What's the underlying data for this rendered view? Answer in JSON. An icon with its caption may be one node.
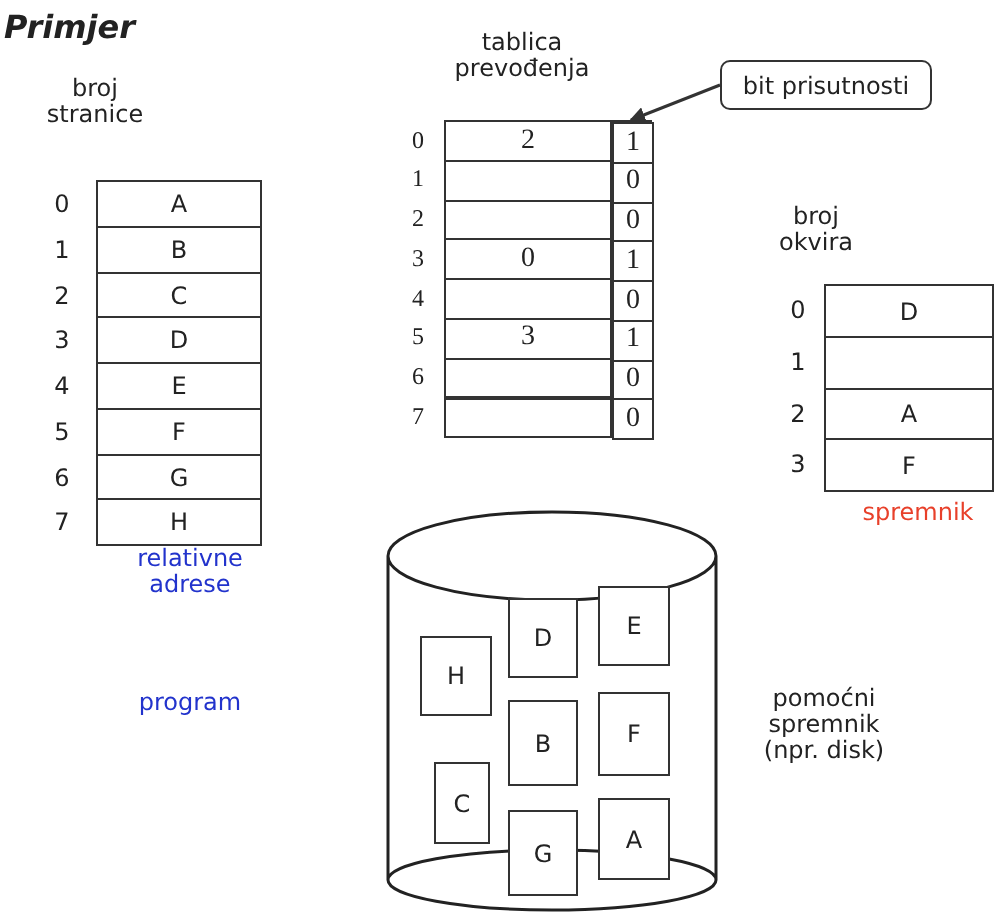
{
  "diagram": {
    "title": "Primjer",
    "nodes": [
      {
        "text": [
          "broj stranice"
        ],
        "beside": [
          "relativne adrese"
        ]
      },
      {
        "text": [
          "A"
        ],
        "in": 0
      },
      {
        "text": [
          "B"
        ],
        "in": 0
      },
      {
        "text": [
          "C"
        ],
        "in": 0
      },
      {
        "text": [
          "D"
        ],
        "in": 0
      },
      {
        "text": [
          "E"
        ],
        "in": 0
      },
      {
        "text": [
          "F"
        ],
        "in": 0
      },
      {
        "text": [
          "G"
        ],
        "in": 0
      },
      {
        "text": [
          "H"
        ],
        "in": 0
      },
      {
        "text": [
          "tablica prevođenja"
        ]
      },
      {
        "text": [
          "2"
        ],
        "in": 9
      },
      {
        "text": [],
        "shape": "box",
        "in": 9
      },
      {
        "text": [],
        "shape": "box",
        "in": 9
      },
      {
        "text": [
          "0"
        ],
        "in": 9
      },
      {
        "text": [],
        "shape": "box",
        "in": 9
      },
      {
        "text": [
          "3"
        ],
        "in": 9
      },
      {
        "text": [],
        "shape": "box",
        "in": 9
      },
      {
        "text": [],
        "shape": "box",
        "in": 9
      },
      {
        "text": [],
        "shape": "box",
        "in": 9
      },
      {
        "text": [
          "1"
        ],
        "in": 18
      },
      {
        "text": [
          "0"
        ],
        "in": 18
      },
      {
        "text": [
          "0"
        ],
        "in": 18
      },
      {
        "text": [
          "1"
        ],
        "in": 18
      },
      {
        "text": [
          "0"
        ],
        "in": 18
      },
      {
        "text": [
          "1"
        ],
        "in": 18
      },
      {
        "text": [
          "0"
        ],
        "in": 18
      },
      {
        "text": [
          "0"
        ],
        "in": 18
      },
      {
        "text": [
          "bit prisutnosti"
        ]
      },
      {
        "text": [
          "broj okvira"
        ],
        "beside": [
          "spremnik"
        ]
      },
      {
        "text": [
          "D"
        ],
        "in": 28
      },
      {
        "text": [],
        "shape": "box",
        "in": 28
      },
      {
        "text": [
          "A"
        ],
        "in": 28
      },
      {
        "text": [
          "F"
        ],
        "in": 28
      },
      {
        "text": [],
        "shape": "cylinder",
        "beside": [
          "pomoćni spremnik (npr. disk)"
        ]
      },
      {
        "text": [
          "H"
        ],
        "in": 33
      },
      {
        "text": [
          "D"
        ],
        "in": 33
      },
      {
        "text": [
          "E"
        ],
        "in": 33
      },
      {
        "text": [
          "B"
        ],
        "in": 33
      },
      {
        "text": [
          "F"
        ],
        "in": 33
      },
      {
        "text": [
          "C"
        ],
        "in": 33
      },
      {
        "text": [
          "G"
        ],
        "in": 33
      },
      {
        "text": [
          "A"
        ],
        "in": 33
      }
    ],
    "edges": [
      {
        "from": 27,
        "to": 18,
        "arrow": "to"
      }
    ],
    "labels": [
      "0",
      "1",
      "2",
      "3",
      "4",
      "5",
      "6",
      "7",
      "0",
      "1",
      "2",
      "3",
      "4",
      "5",
      "6",
      "7",
      "0",
      "1",
      "2",
      "3",
      "program"
    ]
  }
}
